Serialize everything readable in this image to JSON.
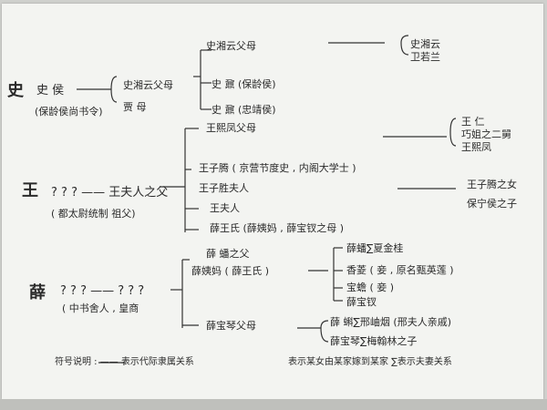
{
  "shi": {
    "surname": "史",
    "head": "史 侯",
    "head_note": "(保龄侯尚书令)",
    "branch_a": "史湘云父母",
    "branch_b1": "史湘云父母",
    "branch_b2": "贾 母",
    "child_ding": "史 鼐 (保龄侯)",
    "child_nai": "史 鼐 (忠靖侯)",
    "desc_1": "史湘云",
    "desc_2": "卫若兰"
  },
  "wang": {
    "surname": "王",
    "head": "? ? ? —— 王夫人之父",
    "head_note": "( 都太尉统制  祖父)",
    "child_xifeng_parents": "王熙凤父母",
    "child_ziteng": "王子腾 ( 京营节度史 , 内阁大学士 )",
    "child_zisheng": "王子胜夫人",
    "child_furen": "王夫人",
    "child_xue": "薛王氏 (薛姨妈 , 薛宝钗之母 )",
    "desc_ren": "王  仁",
    "desc_qiaojie": "巧姐之二舅",
    "desc_xifeng": "王熙凤",
    "desc_daughter": "王子腾之女",
    "desc_baoning": "保宁侯之子"
  },
  "xue": {
    "surname": "薛",
    "head": "? ? ? —— ? ? ?",
    "head_note": "( 中书舍人 , 皇商",
    "child_pan_father": "薛  蟠之父",
    "child_yima": "薛姨妈 ( 薛王氏 )",
    "child_baoqin": "薛宝琴父母",
    "g_pan": "薛蟠∑夏金桂",
    "g_xiangling": "香菱 ( 妾 , 原名甄英莲 )",
    "g_baochan": "宝蟾 ( 妾 )",
    "g_baochai": "薛宝钗",
    "g_ke": "薛  蝌∑邢岫烟 (邢夫人亲戚)",
    "g_baoqin": "薛宝琴∑梅翰林之子"
  },
  "legend": {
    "left": "符号说明 : —— 表示代际隶属关系",
    "right": "表示某女由某家嫁到某家   ∑表示夫妻关系"
  }
}
